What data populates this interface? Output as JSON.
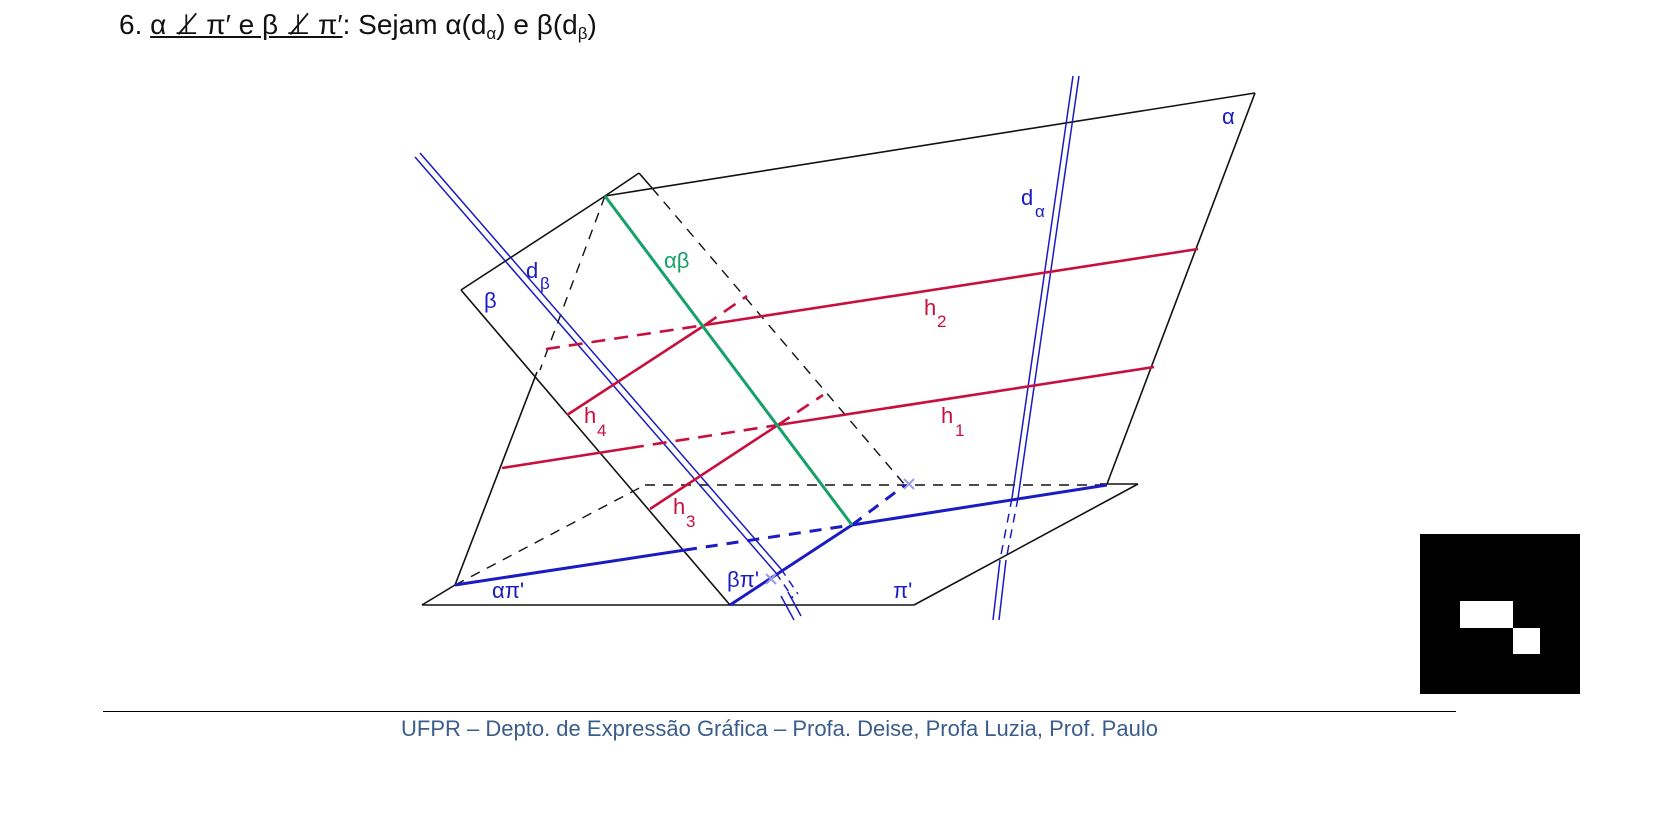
{
  "heading": {
    "number": "6. ",
    "condition": "α ⊥̸ π′ e β ⊥̸ π′",
    "colon": ": Sejam ",
    "alpha": "α",
    "d_open1": "(d",
    "sub_alpha": "α",
    "close_and": ") e ",
    "beta": "β",
    "d_open2": "(d",
    "sub_beta": "β",
    "close": ")"
  },
  "diagram": {
    "labels": {
      "alpha": "α",
      "beta": "β",
      "d_alpha_main": "d",
      "d_alpha_sub": "α",
      "d_beta_main": "d",
      "d_beta_sub": "β",
      "alpha_beta": "αβ",
      "h1_main": "h",
      "h1_sub": "1",
      "h2_main": "h",
      "h2_sub": "2",
      "h3_main": "h",
      "h3_sub": "3",
      "h4_main": "h",
      "h4_sub": "4",
      "alpha_pi": "απ'",
      "beta_pi": "βπ'",
      "pi": "π'"
    },
    "colors": {
      "plane_outline": "#111111",
      "trace_blue": "#1b1bc4",
      "horizontal_red": "#c8103e",
      "intersection_green": "#16a06a",
      "hidden_marker": "#9a9ae8"
    }
  },
  "footer": {
    "text": "UFPR – Depto. de Expressão Gráfica – Profa. Deise, Profa Luzia, Prof. Paulo"
  }
}
